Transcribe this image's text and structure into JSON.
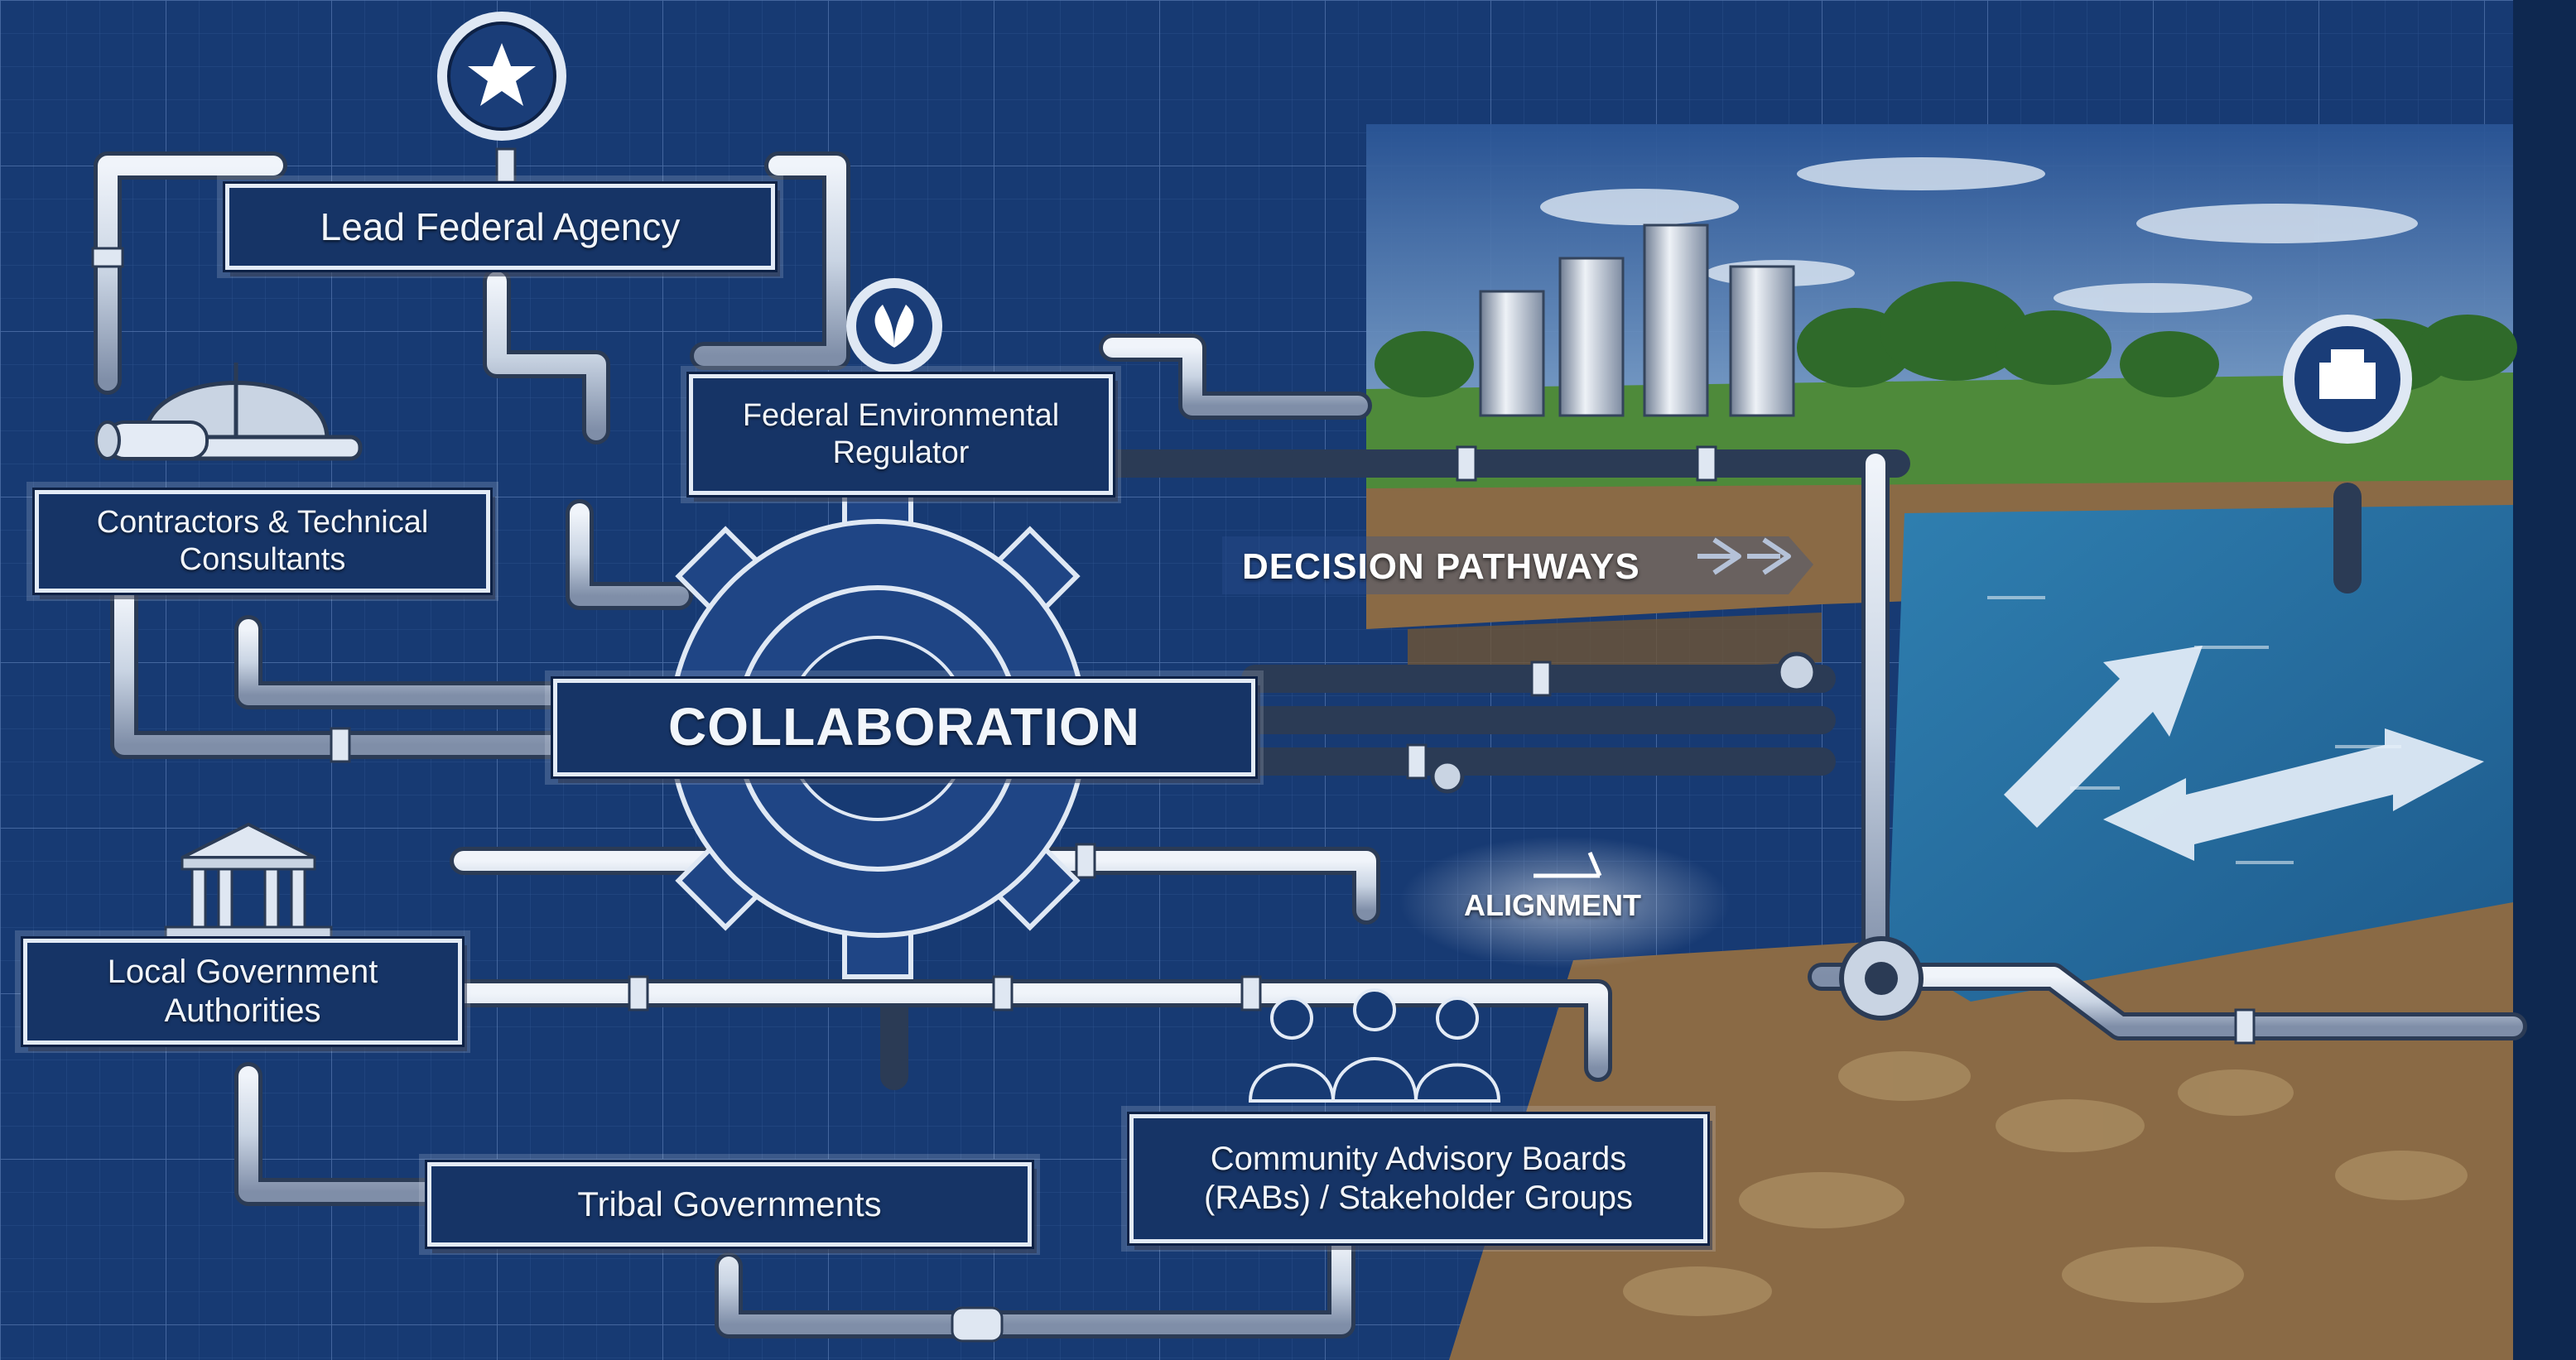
{
  "nodes": {
    "lead_federal_agency": "Lead Federal Agency",
    "federal_regulator": [
      "Federal Environmental",
      "Regulator"
    ],
    "contractors": [
      "Contractors & Technical",
      "Consultants"
    ],
    "collaboration": "COLLABORATION",
    "local_government": [
      "Local Government",
      "Authorities"
    ],
    "tribal_governments": "Tribal Governments",
    "community_advisory": [
      "Community Advisory Boards",
      "(RABs) / Stakeholder Groups"
    ]
  },
  "annotations": {
    "decision_pathways": "DECISION PATHWAYS",
    "alignment": "ALIGNMENT"
  },
  "icons": [
    "star-emblem-icon",
    "leaf-emblem-icon",
    "hard-hat-icon",
    "blueprint-roll-icon",
    "courthouse-icon",
    "stakeholder-group-icon",
    "facility-marker-icon",
    "gear-icon",
    "valve-icon"
  ],
  "colors": {
    "blueprint_blue": "#173a73",
    "label_fill": "#163466",
    "pipe_silver": "#c9d4e3",
    "water_blue": "#2f7fb0",
    "grass_green": "#4e8a3a",
    "soil_brown": "#8a6a45"
  }
}
